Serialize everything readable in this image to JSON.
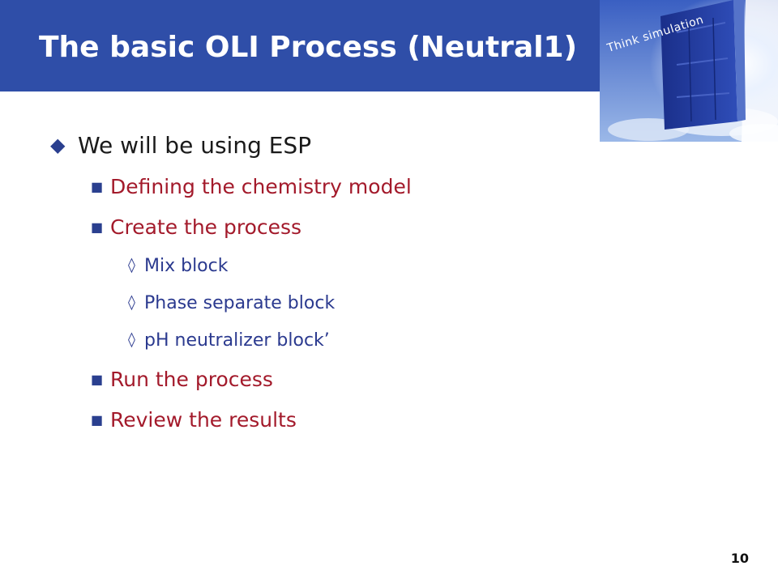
{
  "slide": {
    "title": "The basic OLI Process (Neutral1)",
    "tagline": "Think simulation",
    "page_number": "10"
  },
  "bullets": {
    "level1": {
      "marker": "◆",
      "text": "We will be using ESP"
    },
    "items": [
      {
        "marker": "■",
        "text": "Defining the chemistry model"
      },
      {
        "marker": "■",
        "text": "Create the process"
      },
      {
        "marker": "◊",
        "text": "Mix block"
      },
      {
        "marker": "◊",
        "text": "Phase separate block"
      },
      {
        "marker": "◊",
        "text": "pH neutralizer block’"
      },
      {
        "marker": "■",
        "text": "Run the process"
      },
      {
        "marker": "■",
        "text": "Review the results"
      }
    ]
  },
  "colors": {
    "header": "#2f4ea8",
    "level2_text": "#a31a2b",
    "level3_text": "#2b3a8f"
  },
  "icons": {
    "logo": "door-in-sky-icon"
  }
}
